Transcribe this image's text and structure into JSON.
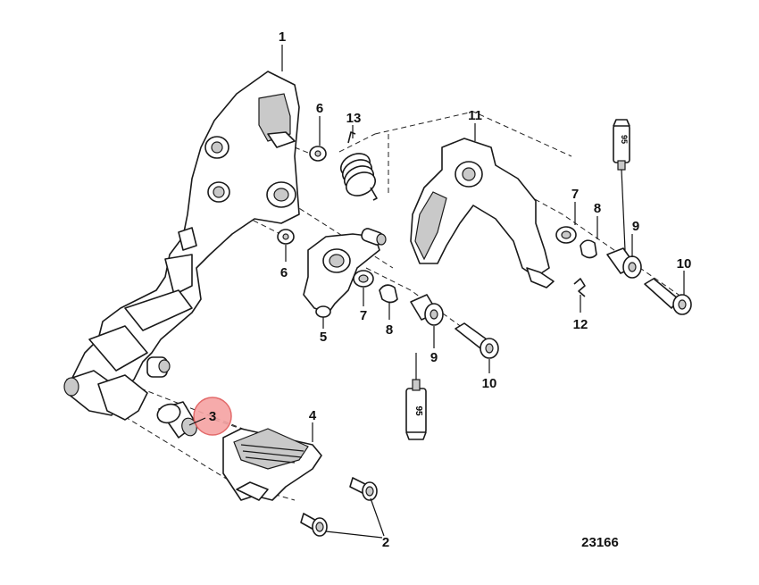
{
  "diagram": {
    "callout_numbers": [
      "1",
      "2",
      "3",
      "4",
      "5",
      "6",
      "7",
      "8",
      "9",
      "10",
      "11",
      "12",
      "13"
    ],
    "labels": {
      "p1": "1",
      "p2": "2",
      "p3": "3",
      "p4": "4",
      "p5": "5",
      "p6a": "6",
      "p6b": "6",
      "p7a": "7",
      "p7b": "7",
      "p8a": "8",
      "p8b": "8",
      "p9a": "9",
      "p9b": "9",
      "p10a": "10",
      "p10b": "10",
      "p11": "11",
      "p12": "12",
      "p13": "13"
    },
    "tube_text_top": "95",
    "tube_text_bottom": "95",
    "figure_number": "23166",
    "highlight": {
      "part": "3",
      "color": "#f6a3a3",
      "stroke": "#e05a5a"
    }
  }
}
